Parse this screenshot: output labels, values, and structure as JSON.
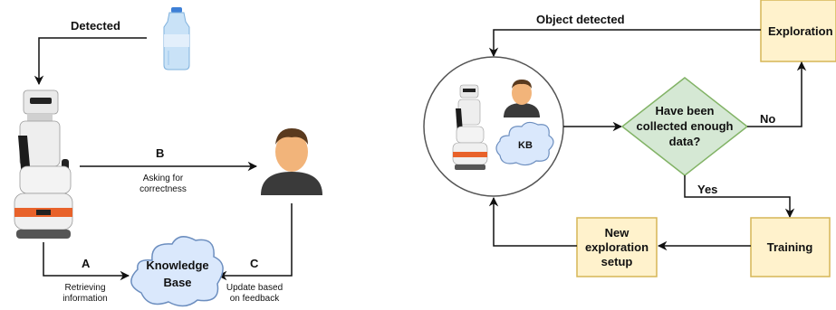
{
  "left_diagram": {
    "detected_label": "Detected",
    "edge_b": {
      "letter": "B",
      "caption_line1": "Asking for",
      "caption_line2": "correctness"
    },
    "edge_a": {
      "letter": "A",
      "caption_line1": "Retrieving",
      "caption_line2": "information"
    },
    "edge_c": {
      "letter": "C",
      "caption_line1": "Update based",
      "caption_line2": "on feedback"
    },
    "knowledge_base": {
      "line1": "Knowledge",
      "line2": "Base"
    },
    "icons": [
      "water-bottle-icon",
      "robot-icon",
      "person-icon",
      "cloud-icon"
    ]
  },
  "right_diagram": {
    "object_detected_label": "Object detected",
    "exploration": "Exploration",
    "decision": {
      "line1": "Have been",
      "line2": "collected enough",
      "line3": "data?"
    },
    "no_label": "No",
    "yes_label": "Yes",
    "training": "Training",
    "new_setup": {
      "line1": "New",
      "line2": "exploration",
      "line3": "setup"
    },
    "kb_label": "KB",
    "colors": {
      "box_fill": "#fff2cc",
      "box_stroke": "#d6b656",
      "diamond_fill": "#d5e8d4",
      "diamond_stroke": "#82b366",
      "cloud_fill": "#dae8fc",
      "cloud_stroke": "#6c8ebf"
    }
  }
}
